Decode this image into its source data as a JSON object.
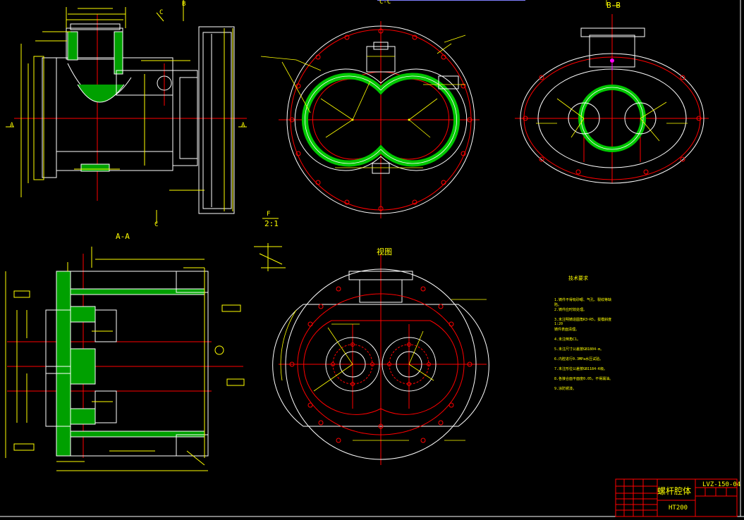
{
  "drawing": {
    "title": "螺杆腔体",
    "code": "LVZ-150-04",
    "material": "HT200"
  },
  "views": {
    "section_top_left": "C-C",
    "section_bottom_left": "A-A",
    "top_right_view": "B-B",
    "bottom_center_view": "视图",
    "detail_scale_label": "F",
    "detail_scale": "2:1"
  },
  "section_markers": [
    "C",
    "C",
    "A",
    "A",
    "B"
  ],
  "technical_notes": {
    "title": "技术要求",
    "lines": [
      "1.铸件不得有砂眼、气孔、裂纹等缺陷。",
      "2.铸件应时效处理。",
      "3.未注明铸造圆角R3~R5，拔模斜度1:20",
      "  铸件表面清理。",
      "4.未注倒角C1。",
      "5.未注尺寸公差按GB1804-m。",
      "6.内腔进行0.3MPa水压试验。",
      "7.未注形位公差按GB1184-K级。",
      "8.各接合面平面度0.05，不得漏油。",
      "9.涂防锈漆。"
    ]
  },
  "colors": {
    "background": "#000000",
    "outline": "#ffffff",
    "dimension": "#ffff00",
    "centerline": "#ff0000",
    "hatch": "#00c800",
    "accent": "#ff00ff"
  }
}
